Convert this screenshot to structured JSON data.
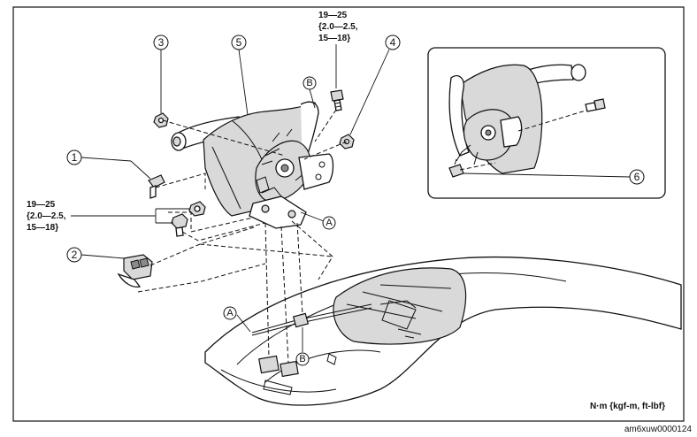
{
  "torque_spec_upper": [
    "19—25",
    "{2.0—2.5,",
    "15—18}"
  ],
  "torque_spec_left": [
    "19—25",
    "{2.0—2.5,",
    "15—18}"
  ],
  "callouts": [
    "1",
    "2",
    "3",
    "4",
    "5",
    "6"
  ],
  "refs": {
    "a": "A",
    "b": "B"
  },
  "unit_label": "N·m {kgf-m, ft-lbf}",
  "figure_code": "am6xuw0000124",
  "colors": {
    "line": "#111111",
    "shade": "#d9d9d9",
    "dark": "#8a8a8a"
  }
}
